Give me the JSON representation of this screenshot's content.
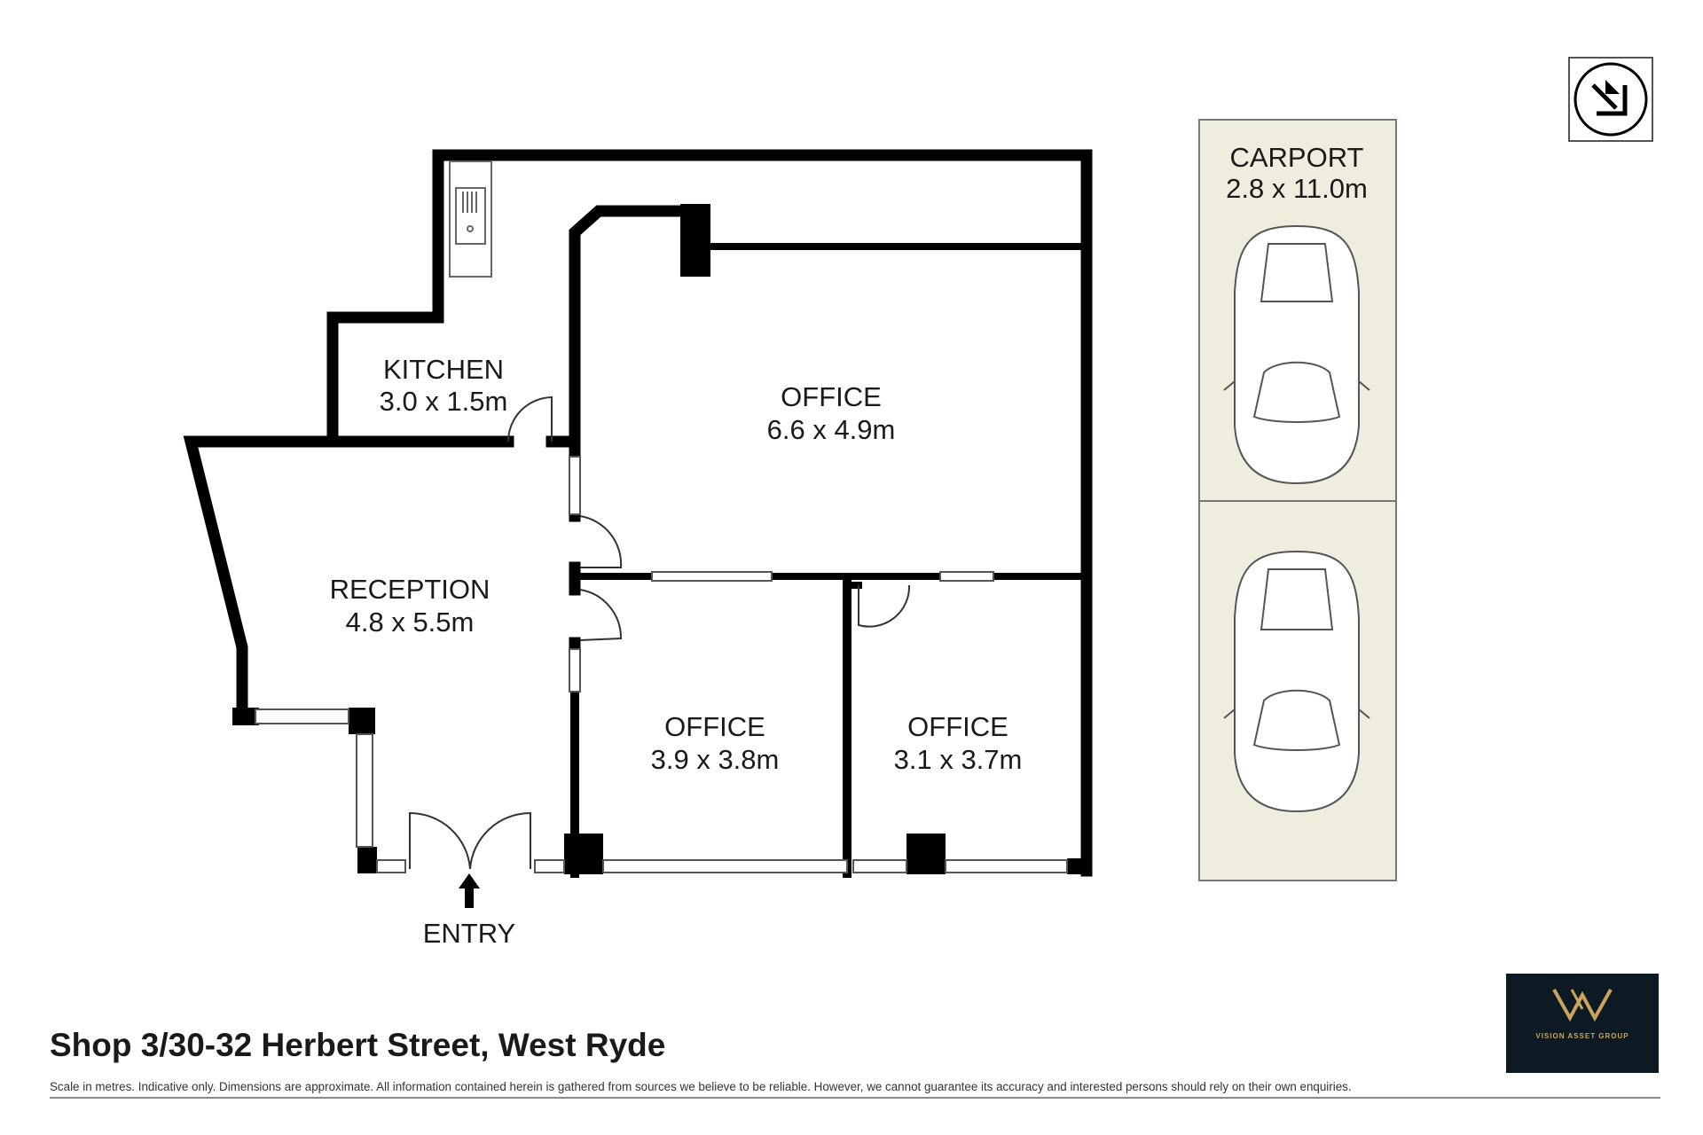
{
  "rooms": {
    "kitchen": {
      "name": "KITCHEN",
      "size": "3.0 x 1.5m"
    },
    "office_main": {
      "name": "OFFICE",
      "size": "6.6 x 4.9m"
    },
    "reception": {
      "name": "RECEPTION",
      "size": "4.8 x 5.5m"
    },
    "office_left": {
      "name": "OFFICE",
      "size": "3.9 x 3.8m"
    },
    "office_right": {
      "name": "OFFICE",
      "size": "3.1 x 3.7m"
    },
    "carport": {
      "name": "CARPORT",
      "size": "2.8 x 11.0m"
    }
  },
  "entry_label": "ENTRY",
  "address": "Shop 3/30-32 Herbert Street, West Ryde",
  "disclaimer": "Scale in metres. Indicative only. Dimensions are approximate. All information contained herein is gathered from sources we believe to be reliable. However, we cannot guarantee its accuracy and interested persons should rely on their own enquiries.",
  "logo": {
    "brand": "VISION ASSET GROUP"
  },
  "icons": {
    "compass": "north-arrow-icon",
    "car": "car-icon",
    "sink": "sink-icon"
  },
  "colors": {
    "wall": "#000000",
    "carport_fill": "#efedde",
    "logo_bg": "#0d1a24",
    "logo_gold": "#c9a45a"
  }
}
